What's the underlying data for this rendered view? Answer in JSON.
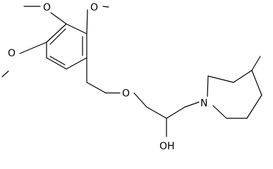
{
  "molecule": {
    "atoms": {
      "o_methoxy_left": "O",
      "o_methoxy_top": "O",
      "o_methoxy_right": "O",
      "o_ether": "O",
      "nitrogen": "N",
      "hydroxyl": "OH"
    }
  },
  "colors": {
    "bond": "#000000",
    "background": "#ffffff"
  }
}
